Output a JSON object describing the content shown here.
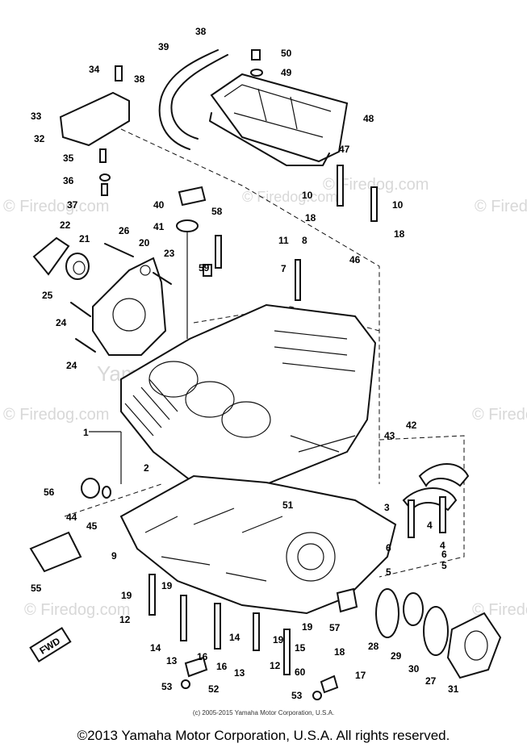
{
  "watermarks": [
    "© Firedog.com",
    "© Firedog.com",
    "© Firedog.com",
    "© Firedog.com",
    "© Firedog.com",
    "© Firedog.com",
    "© Firedog.com",
    "© Firedog.com",
    "Yamaha Motor Corp. U.S.A."
  ],
  "callouts": [
    "1",
    "2",
    "3",
    "4",
    "4",
    "5",
    "5",
    "6",
    "6",
    "7",
    "8",
    "9",
    "10",
    "10",
    "11",
    "12",
    "12",
    "13",
    "13",
    "14",
    "14",
    "15",
    "16",
    "16",
    "17",
    "18",
    "18",
    "18",
    "19",
    "19",
    "19",
    "19",
    "20",
    "21",
    "22",
    "23",
    "24",
    "24",
    "25",
    "26",
    "27",
    "28",
    "29",
    "30",
    "31",
    "32",
    "33",
    "34",
    "35",
    "36",
    "37",
    "38",
    "38",
    "39",
    "40",
    "41",
    "42",
    "43",
    "44",
    "45",
    "46",
    "47",
    "48",
    "49",
    "50",
    "51",
    "52",
    "53",
    "53",
    "55",
    "56",
    "57",
    "58",
    "59",
    "60"
  ],
  "badge": "FWD",
  "copyright_small": "(c) 2005-2015 Yamaha Motor Corporation, U.S.A.",
  "copyright_footer": "©2013 Yamaha Motor Corporation, U.S.A. All rights reserved."
}
